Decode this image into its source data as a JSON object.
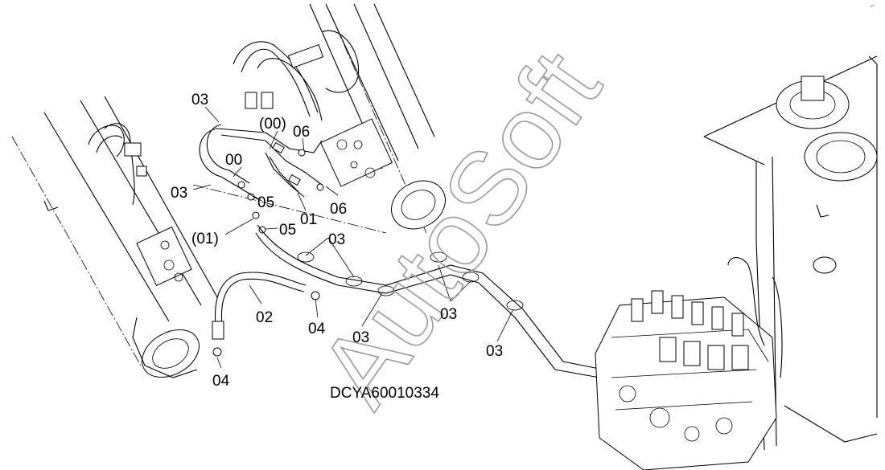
{
  "diagram": {
    "drawing_code": "DCYA60010334",
    "watermark": "AutoSoft",
    "corner_mark": "°°",
    "callouts": [
      {
        "id": "c1",
        "text": "03"
      },
      {
        "id": "c2",
        "text": "(00)"
      },
      {
        "id": "c3",
        "text": "06"
      },
      {
        "id": "c4",
        "text": "00"
      },
      {
        "id": "c5",
        "text": "03"
      },
      {
        "id": "c6",
        "text": "05"
      },
      {
        "id": "c7",
        "text": "01"
      },
      {
        "id": "c8",
        "text": "06"
      },
      {
        "id": "c9",
        "text": "(01)"
      },
      {
        "id": "c10",
        "text": "05"
      },
      {
        "id": "c11",
        "text": "03"
      },
      {
        "id": "c12",
        "text": "02"
      },
      {
        "id": "c13",
        "text": "04"
      },
      {
        "id": "c14",
        "text": "03"
      },
      {
        "id": "c15",
        "text": "03"
      },
      {
        "id": "c16",
        "text": "03"
      },
      {
        "id": "c17",
        "text": "04"
      }
    ]
  }
}
